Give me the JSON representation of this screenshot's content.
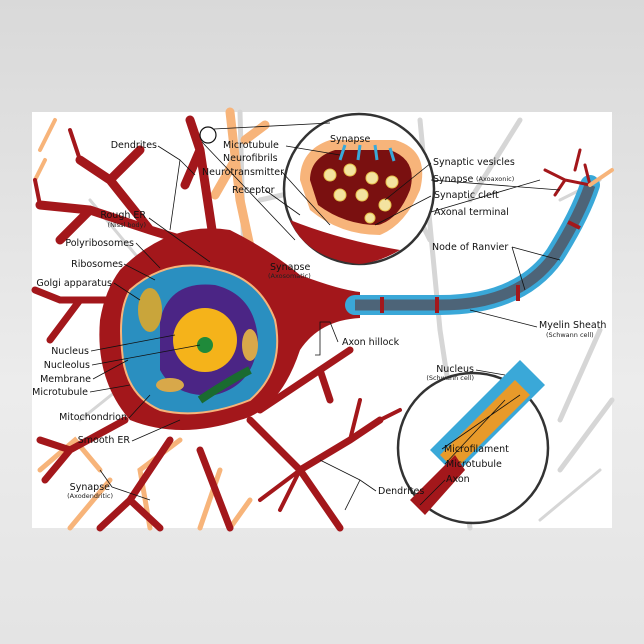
{
  "labels": {
    "dendrites_top": "Dendrites",
    "microtubule_top": "Microtubule",
    "neurofibrils": "Neurofibrils",
    "neurotransmitter": "Neurotransmitter",
    "receptor": "Receptor",
    "rough_er": "Rough ER",
    "rough_er_sub": "(Nissl body)",
    "polyribosomes": "Polyribosomes",
    "ribosomes": "Ribosomes",
    "golgi": "Golgi apparatus",
    "synapse_axosomatic": "Synapse",
    "synapse_axosomatic_sub": "(Axosomatic)",
    "synapse_inset": "Synapse",
    "synaptic_vesicles": "Synaptic vesicles",
    "synapse_axoaxonic": "Synapse",
    "synapse_axoaxonic_sub": "(Axoaxonic)",
    "synaptic_cleft": "Synaptic cleft",
    "axonal_terminal": "Axonal terminal",
    "node_of_ranvier": "Node of Ranvier",
    "myelin_sheath": "Myelin Sheath",
    "myelin_sheath_sub": "(Schwann cell)",
    "axon_hillock": "Axon hillock",
    "nucleus": "Nucleus",
    "nucleolus": "Nucleolus",
    "membrane": "Membrane",
    "microtubule_left": "Microtubule",
    "mitochondrion": "Mitochondrion",
    "smooth_er": "Smooth ER",
    "synapse_axodendritic": "Synapse",
    "synapse_axodendritic_sub": "(Axodendritic)",
    "dendrites_bottom": "Dendrites",
    "nucleus_schwann": "Nucleus",
    "nucleus_schwann_sub": "(Schwann cell)",
    "microfilament": "Microfilament",
    "microtubule_inset": "Microtubule",
    "axon": "Axon"
  },
  "colors": {
    "neuron": "#a3171b",
    "cytoplasm": "#2a8fc0",
    "nucleus": "#f5b31a",
    "nucleolus": "#1f8a3a",
    "er": "#5b2a8a",
    "myelin": "#3aa8d8",
    "axon_core": "#4d6478",
    "presynaptic": "#f7b47a"
  }
}
